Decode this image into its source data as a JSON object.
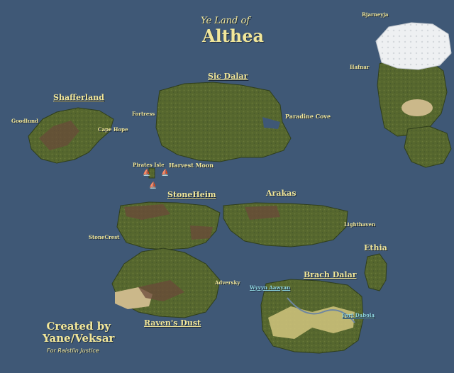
{
  "title": {
    "prefix": "Ye Land of",
    "name": "Althea"
  },
  "credit": {
    "line1": "Created by",
    "line2": "Yane/Veksar",
    "line3": "For Raistlin Justice"
  },
  "regions": {
    "shafferland": "Shafferland",
    "sic_dalar": "Sic Dalar",
    "stoneheim": "StoneHeim",
    "arakas": "Arakas",
    "ethia": "Ethia",
    "brach_dalar": "Brach Dalar",
    "ravens_dust": "Raven's Dust"
  },
  "places": {
    "goodlund": "Goodlund",
    "cape_hope": "Cape Hope",
    "fortress": "Fortress",
    "paradine_cove": "Paradine Cove",
    "pirates_isle": "Pirates Isle",
    "harvest_moon": "Harvest Moon",
    "stonecrest": "StoneCrest",
    "lighthaven": "Lighthaven",
    "adversky": "Adversky",
    "wyvyn_aawyan": "Wyvyn Aawyan",
    "fort_dabola": "Fort Dabola",
    "bjarneyja": "Bjarneyja",
    "hafnar": "Hafnar"
  },
  "colors": {
    "sea": "#3f5876",
    "land": "#56672e",
    "label": "#f2e79a",
    "snow": "#eef0f2",
    "sand": "#cbc07a",
    "lake": "#6e86a0"
  }
}
